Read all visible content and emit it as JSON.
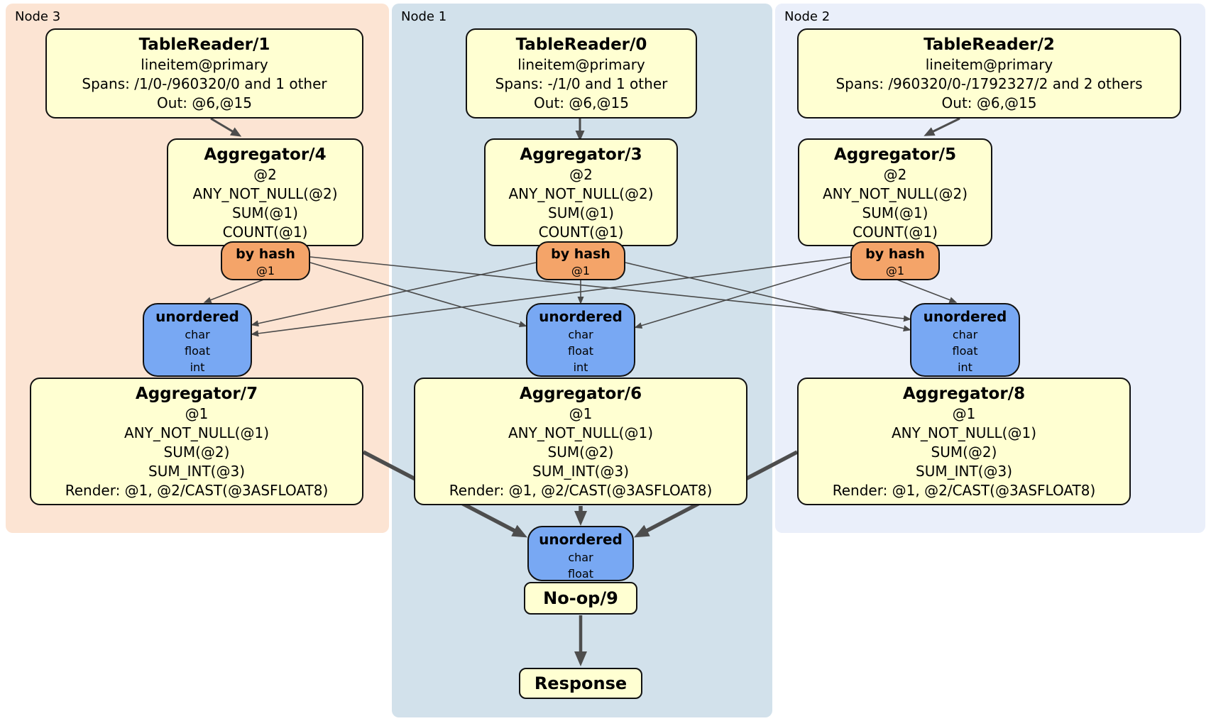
{
  "regions": [
    {
      "label": "Node 3"
    },
    {
      "label": "Node 1"
    },
    {
      "label": "Node 2"
    }
  ],
  "ops": {
    "tr1": {
      "title": "TableReader/1",
      "lines": [
        "lineitem@primary",
        "Spans: /1/0-/960320/0 and 1 other",
        "Out: @6,@15"
      ]
    },
    "tr0": {
      "title": "TableReader/0",
      "lines": [
        "lineitem@primary",
        "Spans: -/1/0 and 1 other",
        "Out: @6,@15"
      ]
    },
    "tr2": {
      "title": "TableReader/2",
      "lines": [
        "lineitem@primary",
        "Spans: /960320/0-/1792327/2 and 2 others",
        "Out: @6,@15"
      ]
    },
    "agg4": {
      "title": "Aggregator/4",
      "lines": [
        "@2",
        "ANY_NOT_NULL(@2)",
        "SUM(@1)",
        "COUNT(@1)"
      ]
    },
    "agg3": {
      "title": "Aggregator/3",
      "lines": [
        "@2",
        "ANY_NOT_NULL(@2)",
        "SUM(@1)",
        "COUNT(@1)"
      ]
    },
    "agg5": {
      "title": "Aggregator/5",
      "lines": [
        "@2",
        "ANY_NOT_NULL(@2)",
        "SUM(@1)",
        "COUNT(@1)"
      ]
    },
    "hash4": {
      "title": "by hash",
      "lines": [
        "@1"
      ]
    },
    "hash3": {
      "title": "by hash",
      "lines": [
        "@1"
      ]
    },
    "hash5": {
      "title": "by hash",
      "lines": [
        "@1"
      ]
    },
    "sync3": {
      "title": "unordered",
      "lines": [
        "char",
        "float",
        "int"
      ]
    },
    "sync1": {
      "title": "unordered",
      "lines": [
        "char",
        "float",
        "int"
      ]
    },
    "sync2": {
      "title": "unordered",
      "lines": [
        "char",
        "float",
        "int"
      ]
    },
    "agg7": {
      "title": "Aggregator/7",
      "lines": [
        "@1",
        "ANY_NOT_NULL(@1)",
        "SUM(@2)",
        "SUM_INT(@3)",
        "Render: @1, @2/CAST(@3ASFLOAT8)"
      ]
    },
    "agg6": {
      "title": "Aggregator/6",
      "lines": [
        "@1",
        "ANY_NOT_NULL(@1)",
        "SUM(@2)",
        "SUM_INT(@3)",
        "Render: @1, @2/CAST(@3ASFLOAT8)"
      ]
    },
    "agg8": {
      "title": "Aggregator/8",
      "lines": [
        "@1",
        "ANY_NOT_NULL(@1)",
        "SUM(@2)",
        "SUM_INT(@3)",
        "Render: @1, @2/CAST(@3ASFLOAT8)"
      ]
    },
    "syncf": {
      "title": "unordered",
      "lines": [
        "char",
        "float"
      ]
    },
    "noop": {
      "title": "No-op/9"
    },
    "resp": {
      "title": "Response"
    }
  },
  "edges": [
    {
      "from": "tr1",
      "to": "agg4"
    },
    {
      "from": "tr0",
      "to": "agg3"
    },
    {
      "from": "tr2",
      "to": "agg5"
    },
    {
      "from": "hash4",
      "to": "sync3"
    },
    {
      "from": "hash4",
      "to": "sync1"
    },
    {
      "from": "hash4",
      "to": "sync2"
    },
    {
      "from": "hash3",
      "to": "sync3"
    },
    {
      "from": "hash3",
      "to": "sync1"
    },
    {
      "from": "hash3",
      "to": "sync2"
    },
    {
      "from": "hash5",
      "to": "sync3"
    },
    {
      "from": "hash5",
      "to": "sync1"
    },
    {
      "from": "hash5",
      "to": "sync2"
    },
    {
      "from": "agg7",
      "to": "syncf"
    },
    {
      "from": "agg6",
      "to": "syncf"
    },
    {
      "from": "agg8",
      "to": "syncf"
    },
    {
      "from": "syncf",
      "to": "noop"
    },
    {
      "from": "noop",
      "to": "resp"
    }
  ],
  "colors": {
    "node3_bg": "#fce4d3",
    "node1_bg": "#d2e1eb",
    "node2_bg": "#eaeffa",
    "processor_fill": "#ffffd2",
    "router_fill": "#f4a469",
    "sync_fill": "#78a8f3",
    "edge": "#4d4d4d"
  }
}
